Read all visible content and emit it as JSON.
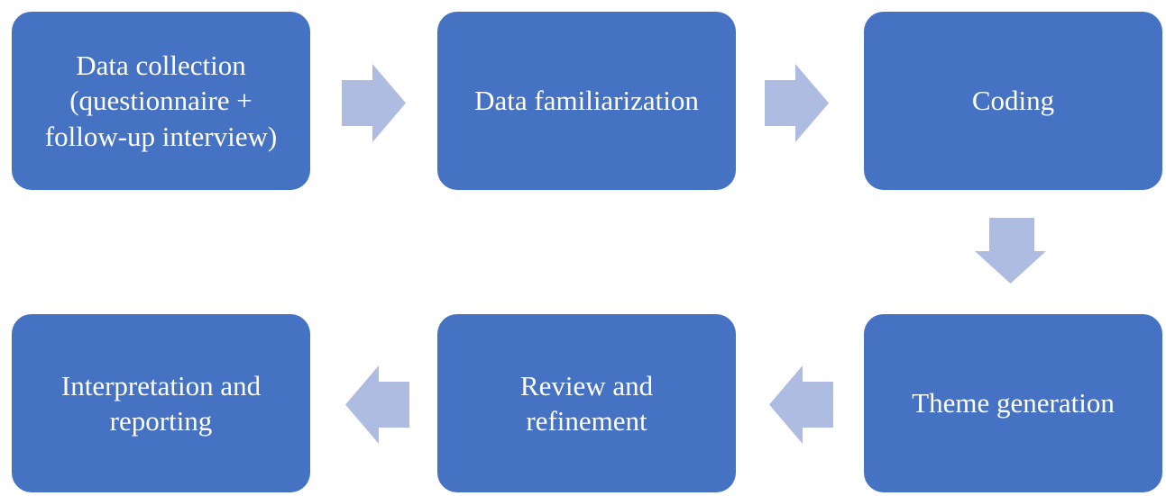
{
  "diagram": {
    "type": "process-flow",
    "steps": [
      {
        "id": "data-collection",
        "label": "Data collection\n(questionnaire +\nfollow-up interview)"
      },
      {
        "id": "data-familiarization",
        "label": "Data familiarization"
      },
      {
        "id": "coding",
        "label": "Coding"
      },
      {
        "id": "theme-generation",
        "label": "Theme generation"
      },
      {
        "id": "review-refinement",
        "label": "Review and\nrefinement"
      },
      {
        "id": "interpretation-reporting",
        "label": "Interpretation and\nreporting"
      }
    ],
    "connectors": [
      {
        "from": "data-collection",
        "to": "data-familiarization",
        "direction": "right"
      },
      {
        "from": "data-familiarization",
        "to": "coding",
        "direction": "right"
      },
      {
        "from": "coding",
        "to": "theme-generation",
        "direction": "down"
      },
      {
        "from": "theme-generation",
        "to": "review-refinement",
        "direction": "left"
      },
      {
        "from": "review-refinement",
        "to": "interpretation-reporting",
        "direction": "left"
      }
    ]
  },
  "colors": {
    "box": "#4672c4",
    "arrow": "#afbce2",
    "text": "#ffffff",
    "background": "#ffffff"
  }
}
